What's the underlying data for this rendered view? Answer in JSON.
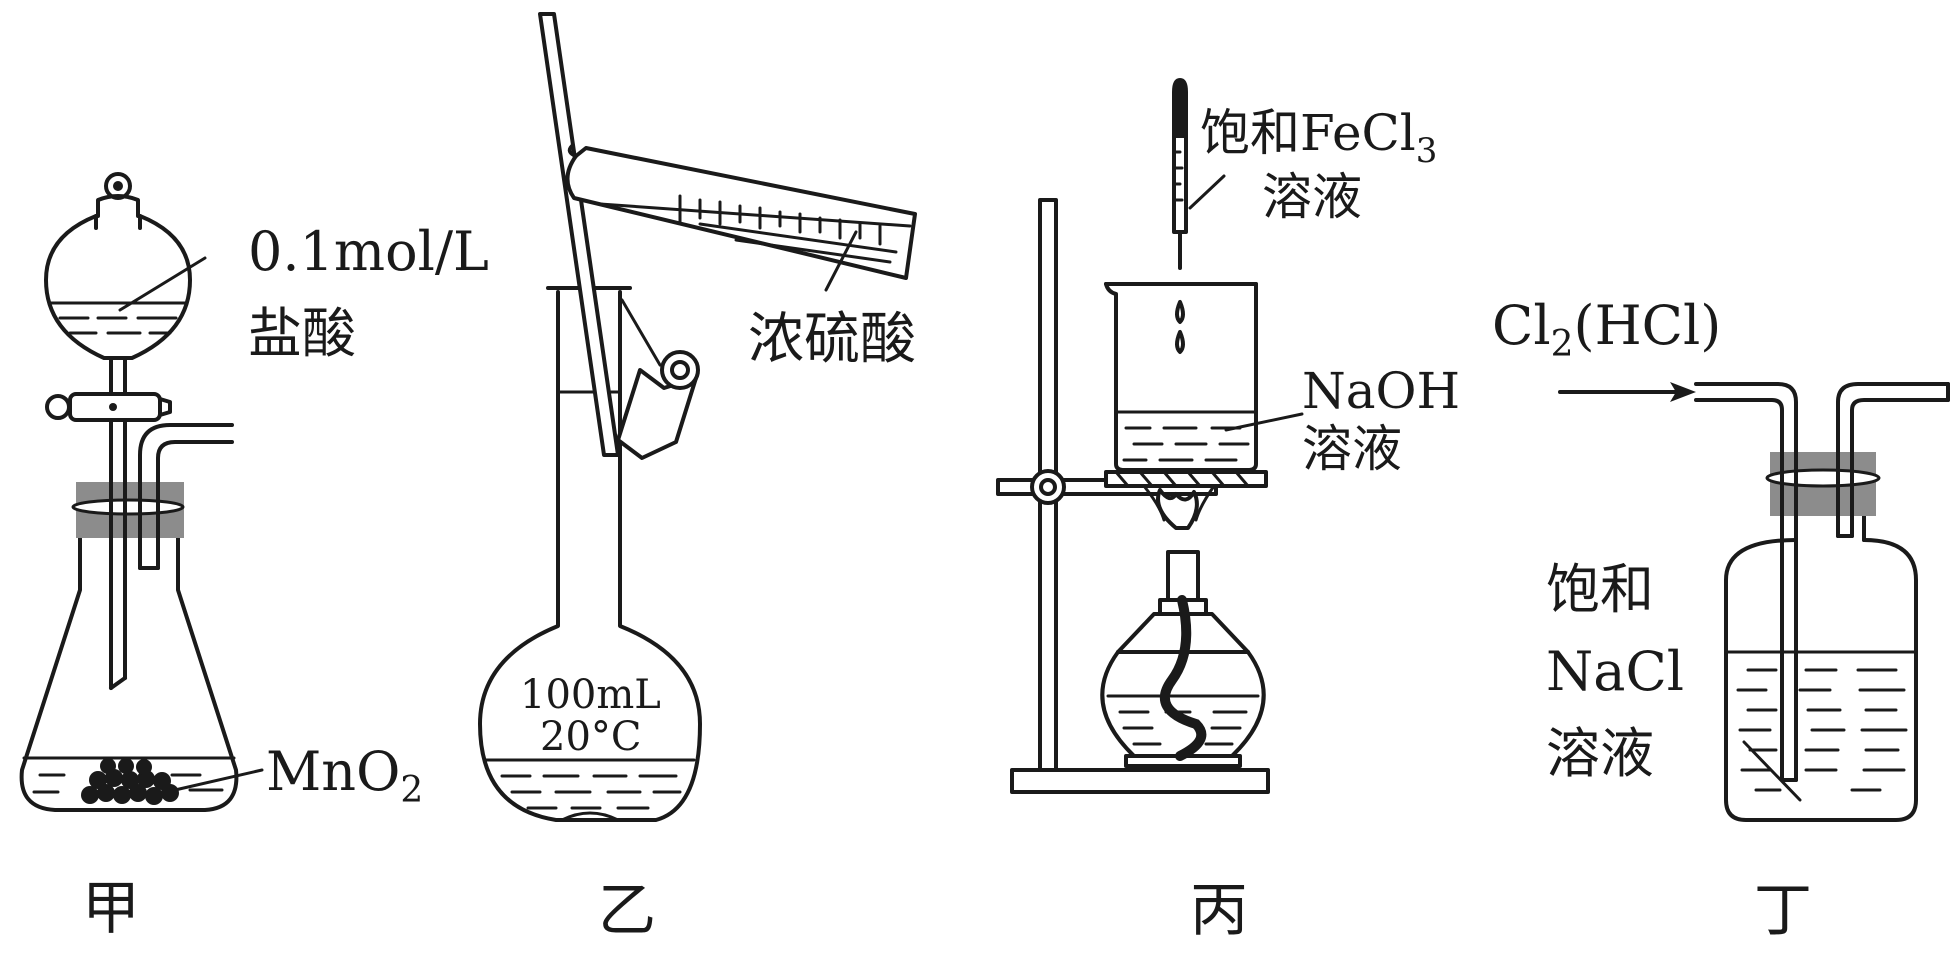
{
  "apparatus": {
    "jia": {
      "caption": "甲",
      "funnel_label_line1": "0.1mol/L",
      "funnel_label_line2": "盐酸",
      "solid_label": "MnO",
      "solid_label_sub": "2"
    },
    "yi": {
      "caption": "乙",
      "cylinder_label": "浓硫酸",
      "flask_label_line1": "100mL",
      "flask_label_line2": "20°C"
    },
    "bing": {
      "caption": "丙",
      "dropper_label_line1": "饱和FeCl",
      "dropper_label_sub": "3",
      "dropper_label_line2": "溶液",
      "beaker_label_line1": "NaOH",
      "beaker_label_line2": "溶液"
    },
    "ding": {
      "caption": "丁",
      "gas_label": "Cl",
      "gas_label_sub": "2",
      "gas_label_rest": "(HCl)",
      "bottle_label_line1": "饱和",
      "bottle_label_line2": "NaCl",
      "bottle_label_line3": "溶液"
    }
  },
  "colors": {
    "ink": "#1a1a1a",
    "stopper": "#8c8c8c",
    "background": "#ffffff"
  }
}
